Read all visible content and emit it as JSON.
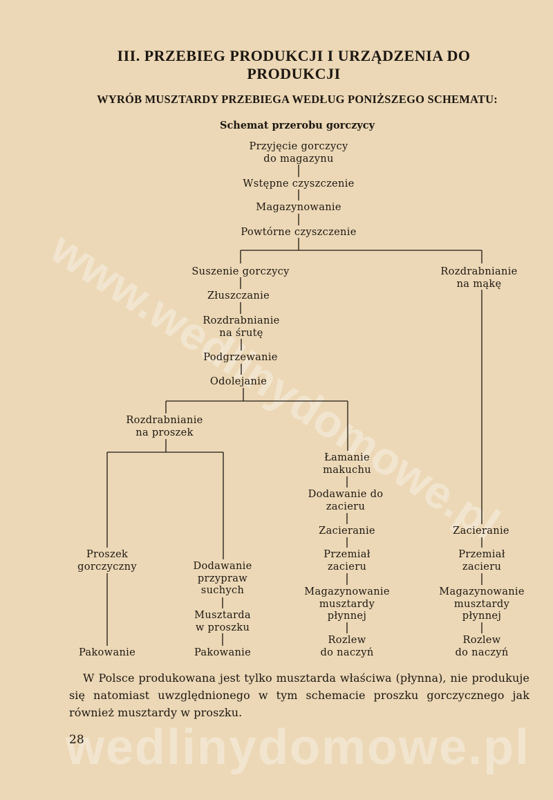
{
  "heading": {
    "line1": "III. PRZEBIEG PRODUKCJI I URZĄDZENIA DO",
    "line2": "PRODUKCJI"
  },
  "subtitle": "WYRÓB MUSZTARDY PRZEBIEGA WEDŁUG PONIŻSZEGO SCHEMATU:",
  "schema_title": "Schemat przerobu gorczycy",
  "nodes": {
    "przyjecie": [
      "Przyjęcie gorczycy",
      "do magazynu"
    ],
    "wstepne": [
      "Wstępne czyszczenie"
    ],
    "magazynowanie": [
      "Magazynowanie"
    ],
    "powtorne": [
      "Powtórne czyszczenie"
    ],
    "suszenie": [
      "Suszenie gorczycy"
    ],
    "maka": [
      "Rozdrabnianie",
      "na mąkę"
    ],
    "zluszczanie": [
      "Złuszczanie"
    ],
    "sruta": [
      "Rozdrabnianie",
      "na śrutę"
    ],
    "podgrzewanie": [
      "Podgrzewanie"
    ],
    "odolejanie": [
      "Odolejanie"
    ],
    "proszek": [
      "Rozdrabnianie",
      "na proszek"
    ],
    "lamanie": [
      "Łamanie",
      "makuchu"
    ],
    "dodawanie_zacieru": [
      "Dodawanie do",
      "zacieru"
    ],
    "zacieranie_a": [
      "Zacieranie"
    ],
    "przemial_a": [
      "Przemiał",
      "zacieru"
    ],
    "magazyn_a": [
      "Magazynowanie",
      "musztardy",
      "płynnej"
    ],
    "rozlew_a": [
      "Rozlew",
      "do naczyń"
    ],
    "zacieranie_b": [
      "Zacieranie"
    ],
    "przemial_b": [
      "Przemiał",
      "zacieru"
    ],
    "magazyn_b": [
      "Magazynowanie",
      "musztardy",
      "płynnej"
    ],
    "rozlew_b": [
      "Rozlew",
      "do naczyń"
    ],
    "proszek_gorczyczny": [
      "Proszek",
      "gorczyczny"
    ],
    "pakowanie_a": [
      "Pakowanie"
    ],
    "przyprawy": [
      "Dodawanie",
      "przypraw",
      "suchych"
    ],
    "musztarda_proszek": [
      "Musztarda",
      "w proszku"
    ],
    "pakowanie_b": [
      "Pakowanie"
    ]
  },
  "paragraph": "W Polsce produkowana jest tylko musztarda właściwa (płynna), nie produkuje się natomiast uwzględnionego w tym schemacie proszku gorczycznego jak również musztardy w proszku.",
  "page_number": "28",
  "watermarks": [
    "www.wedlinydomowe.pl",
    "wedlinydomowe.pl"
  ],
  "colors": {
    "paper": "#ecd8b6",
    "ink": "#1c1712"
  }
}
